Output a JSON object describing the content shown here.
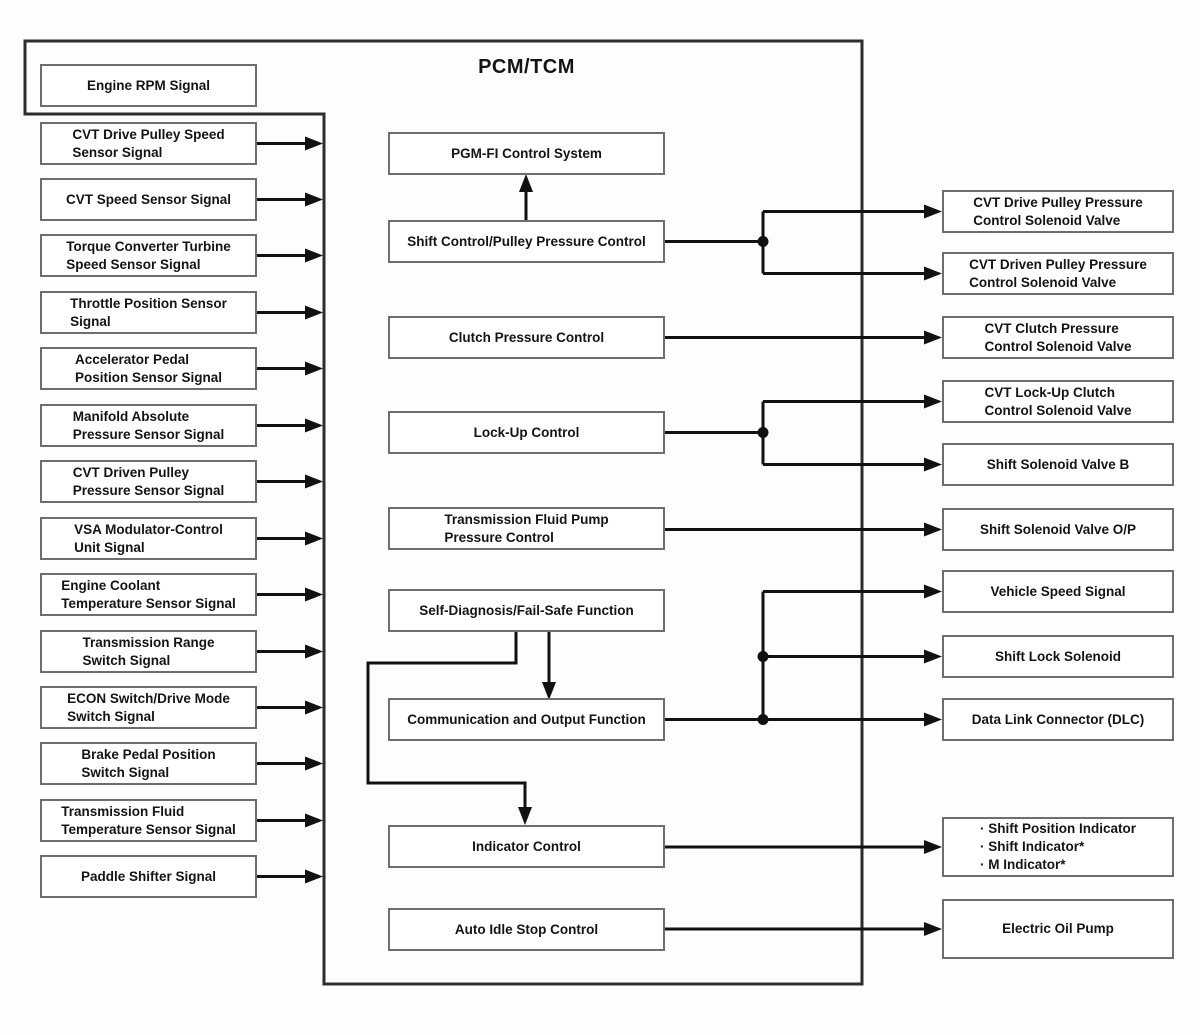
{
  "diagram": {
    "title": "PCM/TCM",
    "internal_signal": {
      "label": "Engine RPM Signal"
    },
    "inputs": [
      {
        "label": "CVT Drive Pulley Speed\nSensor Signal"
      },
      {
        "label": "CVT Speed Sensor Signal"
      },
      {
        "label": "Torque Converter Turbine\nSpeed Sensor Signal"
      },
      {
        "label": "Throttle Position Sensor\nSignal"
      },
      {
        "label": "Accelerator Pedal\nPosition Sensor Signal"
      },
      {
        "label": "Manifold Absolute\nPressure Sensor Signal"
      },
      {
        "label": "CVT Driven Pulley\nPressure Sensor Signal"
      },
      {
        "label": "VSA Modulator-Control\nUnit Signal"
      },
      {
        "label": "Engine Coolant\nTemperature Sensor Signal"
      },
      {
        "label": "Transmission Range\nSwitch Signal"
      },
      {
        "label": "ECON Switch/Drive Mode\nSwitch Signal"
      },
      {
        "label": "Brake Pedal Position\nSwitch Signal"
      },
      {
        "label": "Transmission Fluid\nTemperature Sensor Signal"
      },
      {
        "label": "Paddle Shifter Signal"
      }
    ],
    "functions": [
      {
        "label": "PGM-FI Control System"
      },
      {
        "label": "Shift Control/Pulley Pressure Control"
      },
      {
        "label": "Clutch Pressure Control"
      },
      {
        "label": "Lock-Up Control"
      },
      {
        "label": "Transmission Fluid Pump\nPressure Control"
      },
      {
        "label": "Self-Diagnosis/Fail-Safe Function"
      },
      {
        "label": "Communication and Output Function"
      },
      {
        "label": "Indicator Control"
      },
      {
        "label": "Auto Idle Stop Control"
      }
    ],
    "outputs": [
      {
        "label": "CVT Drive Pulley Pressure\nControl Solenoid Valve"
      },
      {
        "label": "CVT Driven Pulley Pressure\nControl Solenoid Valve"
      },
      {
        "label": "CVT Clutch Pressure\nControl Solenoid Valve"
      },
      {
        "label": "CVT Lock-Up Clutch\nControl Solenoid Valve"
      },
      {
        "label": "Shift Solenoid Valve B"
      },
      {
        "label": "Shift Solenoid Valve O/P"
      },
      {
        "label": "Vehicle Speed Signal"
      },
      {
        "label": "Shift Lock Solenoid"
      },
      {
        "label": "Data Link Connector (DLC)"
      },
      {
        "label": "· Shift Position Indicator\n· Shift Indicator*\n· M Indicator*"
      },
      {
        "label": "Electric Oil Pump"
      }
    ],
    "colors": {
      "background": "#fdfdfd",
      "box_fill": "#ffffff",
      "box_border": "#6e6e6e",
      "frame_border": "#2d2d2d",
      "connector": "#111111",
      "text": "#141414"
    }
  }
}
